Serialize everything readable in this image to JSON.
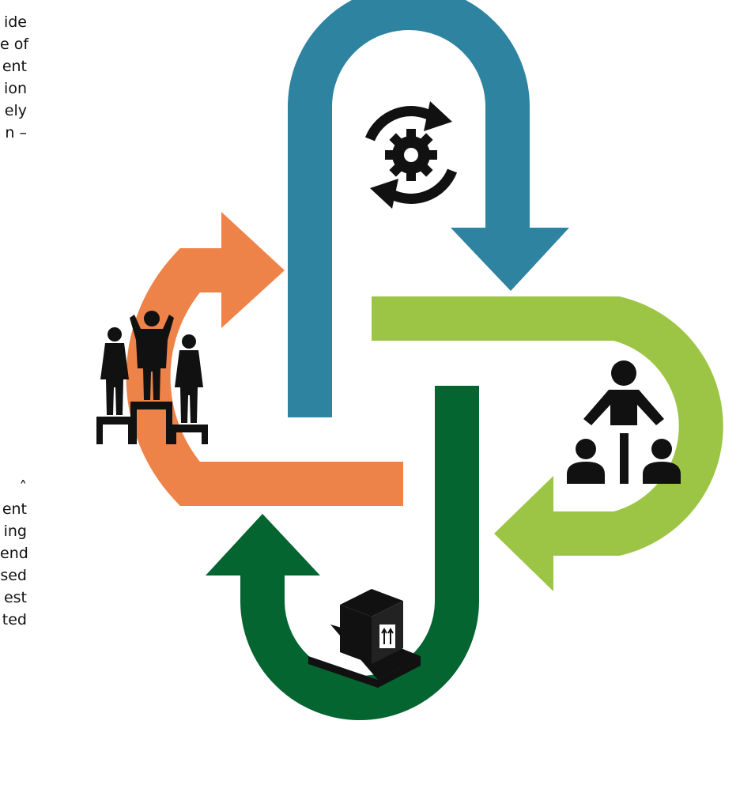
{
  "text_fragments": {
    "top": [
      "ide",
      "e of",
      "ent",
      "ion",
      "ely",
      "n –"
    ],
    "bottom": [
      "˄",
      "ent",
      "ing",
      "end",
      "sed",
      "est",
      "ted"
    ]
  },
  "colors": {
    "blue": "#2E83A0",
    "green_light": "#9DC545",
    "green_dark": "#046530",
    "orange": "#EE8349",
    "icon": "#111111"
  },
  "icons": {
    "blue": "gear-refresh-icon",
    "green_light": "org-hierarchy-icon",
    "green_dark": "box-on-pallet-icon",
    "orange": "podium-winners-icon"
  }
}
